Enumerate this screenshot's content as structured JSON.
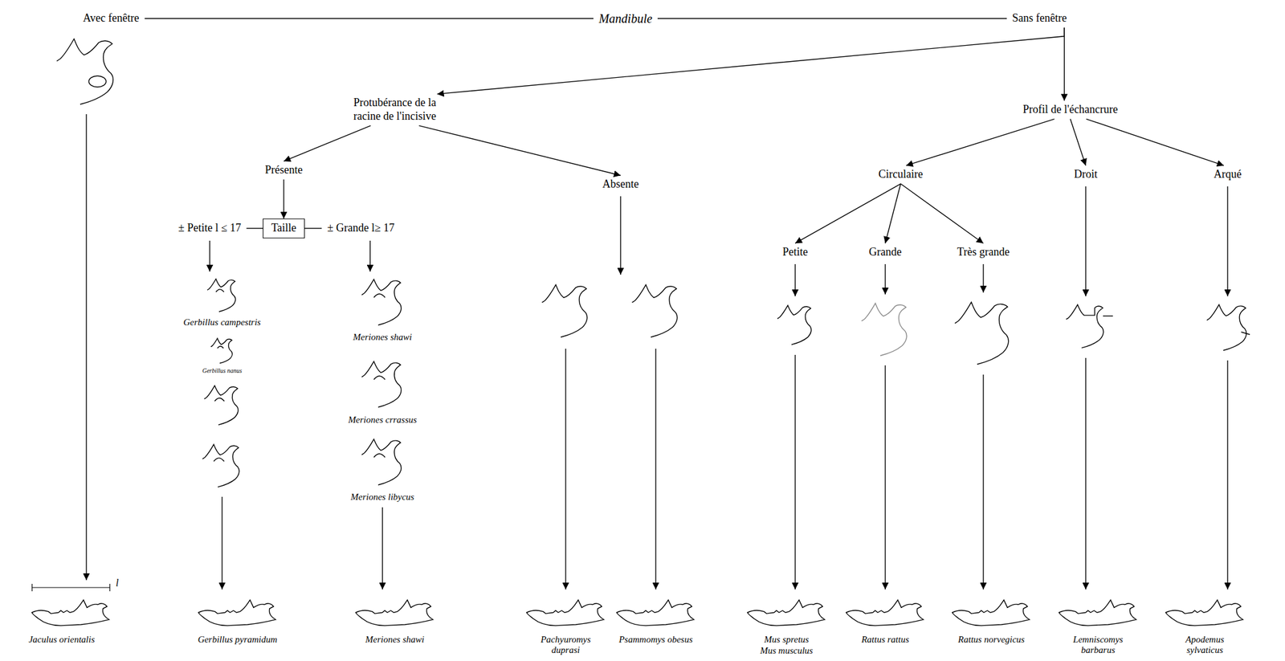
{
  "diagram": {
    "nodes": [
      {
        "text": [
          "Avec fenêtre"
        ]
      },
      {
        "text": [
          "Mandibule"
        ]
      },
      {
        "text": [
          "Sans fenêtre"
        ]
      },
      {
        "text": [
          "Protubérance de la racine de l'incisive"
        ]
      },
      {
        "text": [
          "Profil de l'échancrure"
        ]
      },
      {
        "text": [
          "Présente"
        ]
      },
      {
        "text": [
          "Absente"
        ]
      },
      {
        "text": [
          "Circulaire"
        ]
      },
      {
        "text": [
          "Droit"
        ]
      },
      {
        "text": [
          "Arqué"
        ]
      },
      {
        "text": [
          "± Petite l ≤ 17"
        ]
      },
      {
        "text": [
          "Taille"
        ]
      },
      {
        "text": [
          "± Grande l≥ 17"
        ]
      },
      {
        "text": [
          "Petite"
        ]
      },
      {
        "text": [
          "Grande"
        ]
      },
      {
        "text": [
          "Très grande"
        ]
      }
    ],
    "edges": [
      {
        "from": 1,
        "to": 0,
        "arrow": "none"
      },
      {
        "from": 1,
        "to": 2,
        "arrow": "none"
      },
      {
        "from": 2,
        "to": 3,
        "arrow": "to"
      },
      {
        "from": 2,
        "to": 4,
        "arrow": "to"
      },
      {
        "from": 3,
        "to": 5,
        "arrow": "to"
      },
      {
        "from": 3,
        "to": 6,
        "arrow": "to"
      },
      {
        "from": 5,
        "to": 11,
        "arrow": "to"
      },
      {
        "from": 11,
        "to": 10,
        "arrow": "none"
      },
      {
        "from": 11,
        "to": 12,
        "arrow": "none"
      },
      {
        "from": 4,
        "to": 7,
        "arrow": "to"
      },
      {
        "from": 4,
        "to": 8,
        "arrow": "to"
      },
      {
        "from": 4,
        "to": 9,
        "arrow": "to"
      },
      {
        "from": 7,
        "to": 13,
        "arrow": "to"
      },
      {
        "from": 7,
        "to": 14,
        "arrow": "to"
      },
      {
        "from": 7,
        "to": 15,
        "arrow": "to"
      }
    ],
    "labels": [
      "Gerbillus campestris",
      "Gerbillus nanus",
      "Meriones shawi",
      "Meriones crrassus",
      "Meriones libycus",
      "l",
      "Jaculus orientalis",
      "Gerbillus pyramidum",
      "Meriones shawi",
      "Pachyuromys duprasi",
      "Psammomys obesus",
      "Mus spretus",
      "Mus musculus",
      "Rattus rattus",
      "Rattus norvegicus",
      "Lemniscomys barbarus",
      "Apodemus sylvaticus"
    ]
  }
}
